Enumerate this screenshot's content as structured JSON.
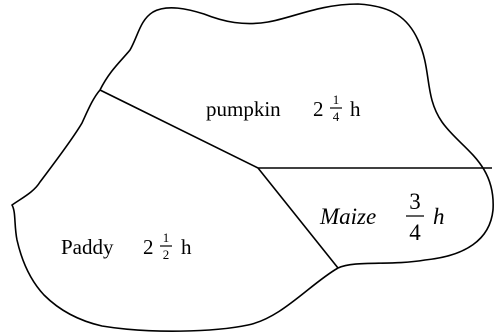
{
  "regions": [
    {
      "name": "pumpkin",
      "label": "pumpkin",
      "whole": "2",
      "numerator": "1",
      "denominator": "4",
      "unit": "h"
    },
    {
      "name": "maize",
      "label": "Maize",
      "whole": "",
      "numerator": "3",
      "denominator": "4",
      "unit": "h"
    },
    {
      "name": "paddy",
      "label": "Paddy",
      "whole": "2",
      "numerator": "1",
      "denominator": "2",
      "unit": "h"
    }
  ],
  "colors": {
    "stroke": "#000000",
    "background": "#ffffff"
  }
}
